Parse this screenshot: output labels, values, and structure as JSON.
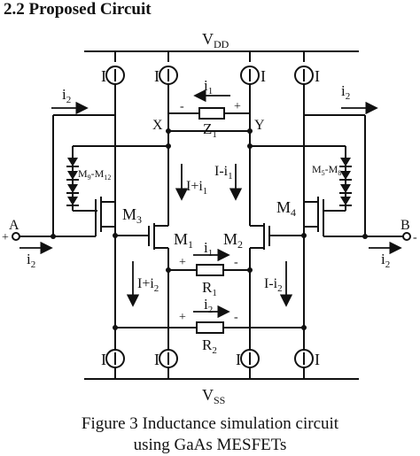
{
  "heading": "2.2  Proposed Circuit",
  "caption": {
    "line1": "Figure 3  Inductance simulation circuit",
    "line2": "using GaAs MESFETs"
  },
  "labels": {
    "vdd": "V",
    "vdd_sub": "DD",
    "vss": "V",
    "vss_sub": "SS",
    "current_source": "I",
    "node_x": "X",
    "node_y": "Y",
    "node_a": "A",
    "node_b": "B",
    "i1": "i",
    "i1_sub": "1",
    "i2": "i",
    "i2_sub": "2",
    "z1": "Z",
    "z1_sub": "1",
    "r1": "R",
    "r1_sub": "1",
    "r2": "R",
    "r2_sub": "2",
    "m1": "M",
    "m1_sub": "1",
    "m2": "M",
    "m2_sub": "2",
    "m3": "M",
    "m3_sub": "3",
    "m4": "M",
    "m4_sub": "4",
    "diodes_left": "M",
    "diodes_left_sub": "9",
    "diodes_left_mid": "-M",
    "diodes_left_sub2": "12",
    "diodes_right": "M",
    "diodes_right_sub": "5",
    "diodes_right_mid": "-M",
    "diodes_right_sub2": "8",
    "i_plus_i1": "I+i",
    "i_plus_i1_sub": "1",
    "i_minus_i1": "I-i",
    "i_minus_i1_sub": "1",
    "i_plus_i2": "I+i",
    "i_plus_i2_sub": "2",
    "i_minus_i2": "I-i",
    "i_minus_i2_sub": "2",
    "plus": "+",
    "minus": "-"
  }
}
